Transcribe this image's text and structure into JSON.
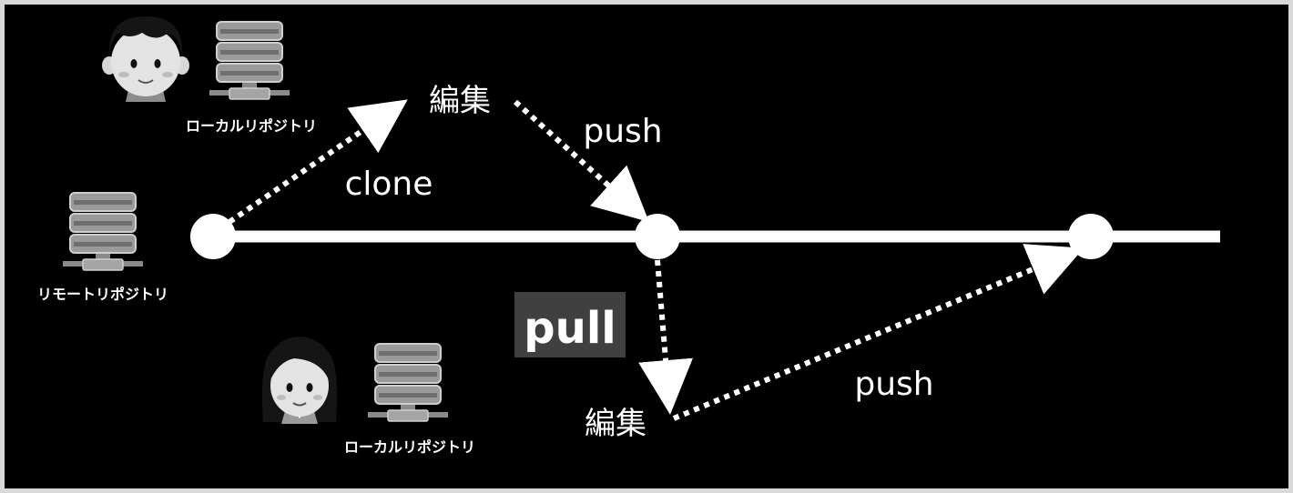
{
  "labels": {
    "edit_top": "編集",
    "edit_bottom": "編集",
    "clone": "clone",
    "push_top": "push",
    "push_bottom": "push",
    "pull": "pull"
  },
  "captions": {
    "remote_repo": "リモートリポジトリ",
    "local_repo_top": "ローカルリポジトリ",
    "local_repo_bottom": "ローカルリポジトリ"
  },
  "icons": {
    "server": "server-icon",
    "user_male": "user-male-icon",
    "user_female": "user-female-icon"
  },
  "colors": {
    "background": "#000000",
    "foreground": "#ffffff",
    "pull_box": "#404040",
    "server_light": "#9a9a9a",
    "server_dark": "#6a6a6a"
  }
}
